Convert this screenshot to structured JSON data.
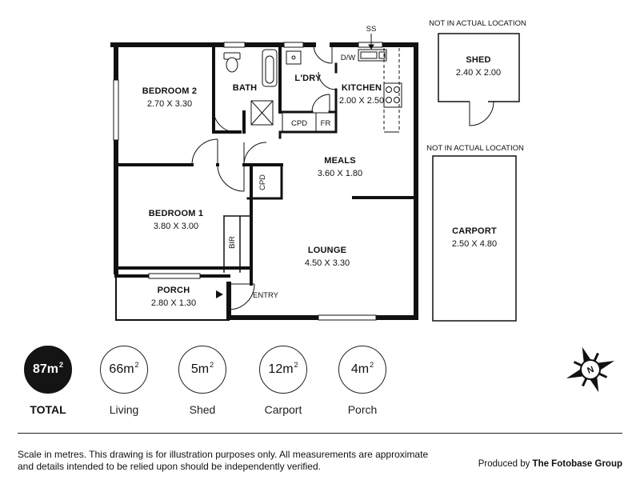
{
  "rooms": {
    "bedroom2": {
      "name": "BEDROOM 2",
      "dims": "2.70 X 3.30"
    },
    "bath": {
      "name": "BATH"
    },
    "laundry": {
      "name": "L'DRY"
    },
    "kitchen": {
      "name": "KITCHEN",
      "dims": "2.00 X 2.50"
    },
    "meals": {
      "name": "MEALS",
      "dims": "3.60 X 1.80"
    },
    "bedroom1": {
      "name": "BEDROOM 1",
      "dims": "3.80 X 3.00"
    },
    "lounge": {
      "name": "LOUNGE",
      "dims": "4.50 X 3.30"
    },
    "porch": {
      "name": "PORCH",
      "dims": "2.80 X 1.30"
    },
    "shed": {
      "name": "SHED",
      "dims": "2.40 X 2.00"
    },
    "carport": {
      "name": "CARPORT",
      "dims": "2.50 X 4.80"
    }
  },
  "fixtures": {
    "ss": "SS",
    "dw": "D/W",
    "cpd_kitchen": "CPD",
    "fr": "FR",
    "cpd_hall": "CPD",
    "bir": "BIR",
    "entry": "ENTRY"
  },
  "notes": {
    "shed_location": "NOT IN ACTUAL LOCATION",
    "carport_location": "NOT IN ACTUAL LOCATION"
  },
  "areas": [
    {
      "value": "87m",
      "unit_sup": "2",
      "label": "TOTAL",
      "highlight": true
    },
    {
      "value": "66m",
      "unit_sup": "2",
      "label": "Living",
      "highlight": false
    },
    {
      "value": "5m",
      "unit_sup": "2",
      "label": "Shed",
      "highlight": false
    },
    {
      "value": "12m",
      "unit_sup": "2",
      "label": "Carport",
      "highlight": false
    },
    {
      "value": "4m",
      "unit_sup": "2",
      "label": "Porch",
      "highlight": false
    }
  ],
  "footer": {
    "disclaimer": "Scale in metres. This drawing is for illustration purposes only. All measurements are approximate and details intended to be relied upon should be independently verified.",
    "produced_by_prefix": "Produced by",
    "produced_by_company": "The Fotobase Group"
  },
  "icons": {
    "compass": "compass-rose-icon"
  }
}
